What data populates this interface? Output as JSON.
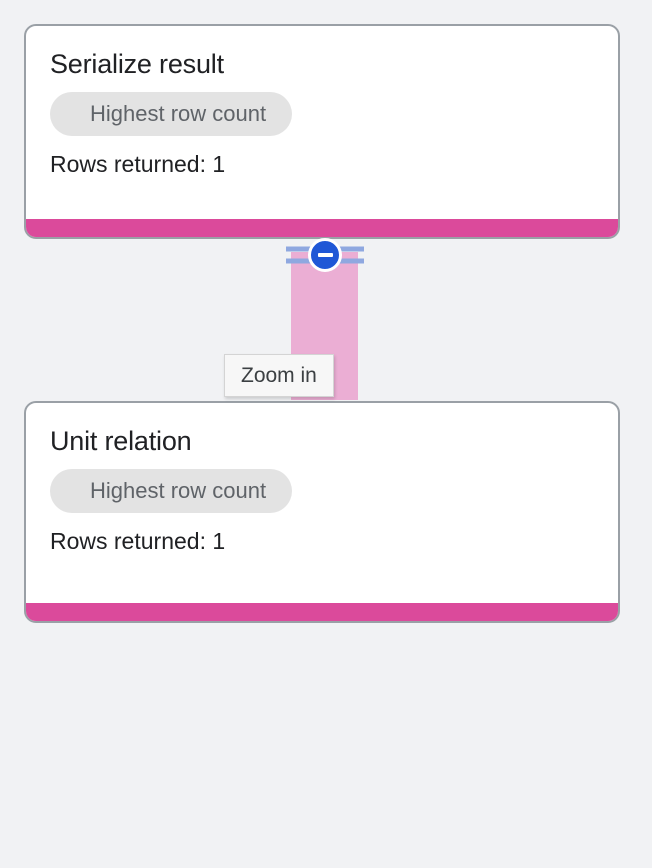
{
  "background_color": "#f1f2f4",
  "graph": {
    "nodes": [
      {
        "title": "Serialize result",
        "badge": "Highest row count",
        "stat": "Rows returned: 1",
        "accent_color": "#db4a9b",
        "border_color": "#9aa0a6"
      },
      {
        "title": "Unit relation",
        "badge": "Highest row count",
        "stat": "Rows returned: 1",
        "accent_color": "#db4a9b",
        "border_color": "#9aa0a6"
      }
    ],
    "connector": {
      "color": "#ebaed4"
    },
    "zoom_control": {
      "icon": "minus-icon",
      "circle_color": "#1f57d6",
      "rail_color": "#8fa8e0",
      "tooltip": "Zoom in"
    }
  }
}
